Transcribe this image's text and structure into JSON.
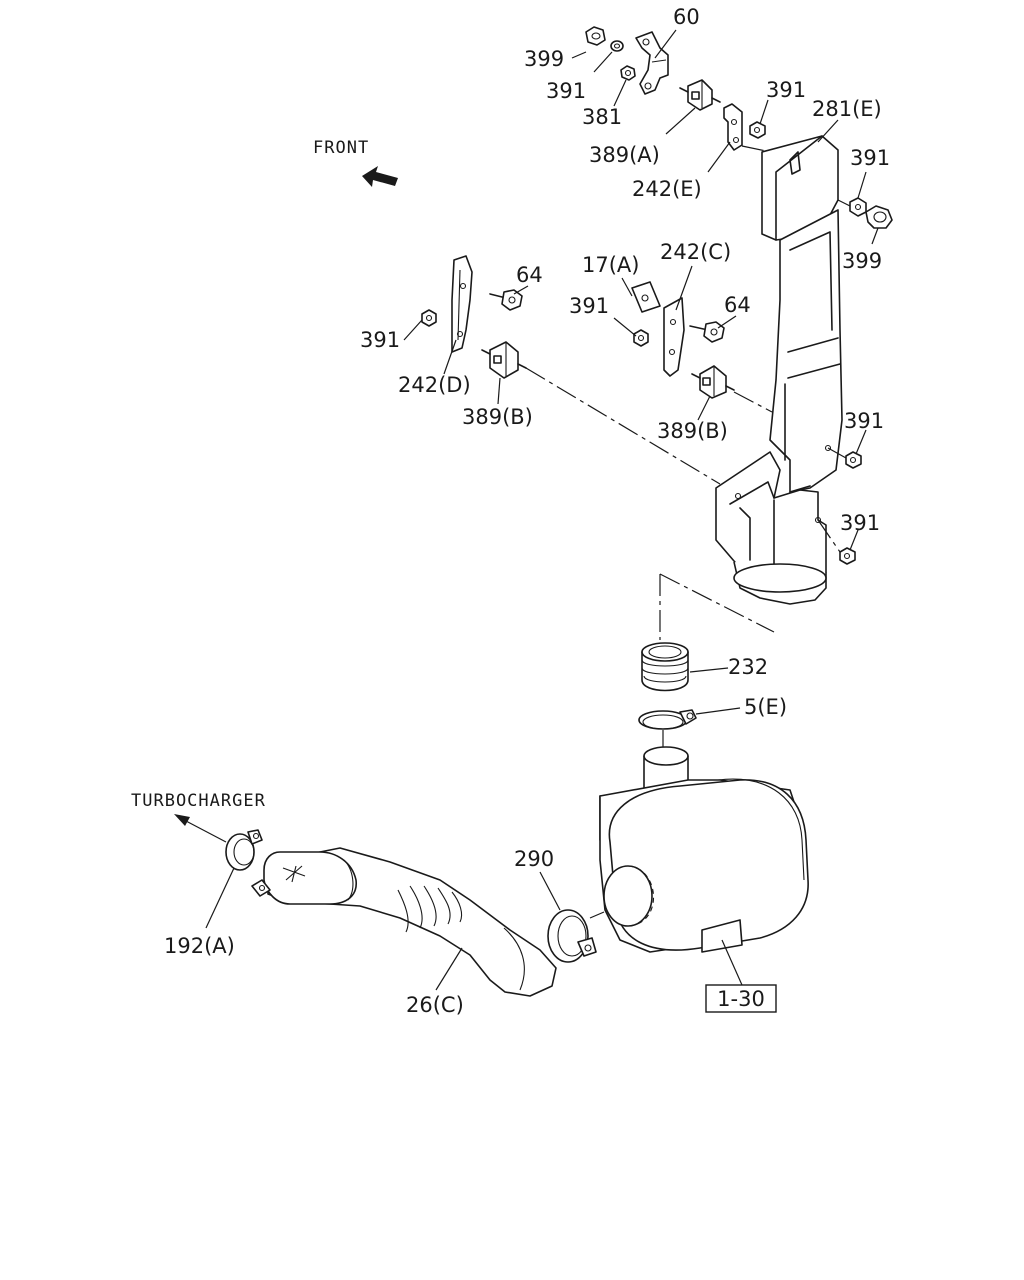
{
  "diagram": {
    "orientation_labels": {
      "front": "FRONT",
      "turbocharger": "TURBOCHARGER"
    },
    "reference_box": "1-30",
    "callouts": {
      "p60": "60",
      "p399_top": "399",
      "p391_a": "391",
      "p381": "381",
      "p389A": "389(A)",
      "p391_b": "391",
      "p281E": "281(E)",
      "p242E": "242(E)",
      "p391_c": "391",
      "p399_right": "399",
      "p64_left": "64",
      "p17A": "17(A)",
      "p242C": "242(C)",
      "p391_d": "391",
      "p64_mid": "64",
      "p391_e": "391",
      "p242D": "242(D)",
      "p389B_left": "389(B)",
      "p389B_mid": "389(B)",
      "p391_f": "391",
      "p391_g": "391",
      "p232": "232",
      "p5E": "5(E)",
      "p290": "290",
      "p192A": "192(A)",
      "p26C": "26(C)"
    }
  }
}
